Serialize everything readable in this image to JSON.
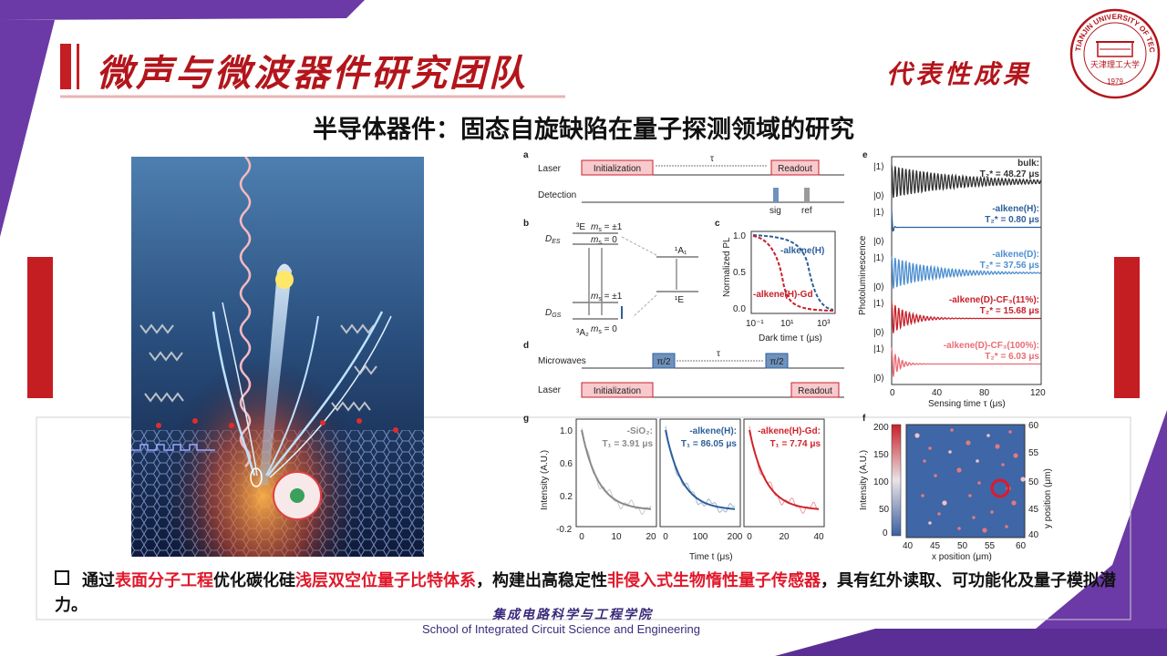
{
  "header": {
    "title": "微声与微波器件研究团队",
    "right_label": "代表性成果",
    "subtitle": "半导体器件：固态自旋缺陷在量子探测领域的研究"
  },
  "logo": {
    "text": "TIANJIN UNIVERSITY OF TECHNOLOGY",
    "year": "1979"
  },
  "figure": {
    "panel_a": {
      "label": "a",
      "row1": "Laser",
      "row2": "Detection",
      "init": "Initialization",
      "readout": "Readout",
      "tau": "τ",
      "sig": "sig",
      "ref": "ref"
    },
    "panel_b": {
      "label": "b",
      "e3": "³E",
      "a3": "³A₂",
      "a1": "¹A₁",
      "e1": "¹E",
      "des": "D",
      "des_sub": "ES",
      "dgs": "D",
      "dgs_sub": "GS",
      "ms1": "m",
      "ms1_sub": "s",
      "ms1_val": " = ±1",
      "ms0": "m",
      "ms0_sub": "s",
      "ms0_val": " = 0"
    },
    "panel_c": {
      "label": "c",
      "ylabel": "Normalized PL",
      "xlabel": "Dark time τ (μs)",
      "s1": "-alkene(H)",
      "s2": "-alkene(H)-Gd",
      "yt1": "1.0",
      "yt2": "0.5",
      "yt3": "0.0",
      "xt1": "10⁻¹",
      "xt2": "10¹",
      "xt3": "10³"
    },
    "panel_d": {
      "label": "d",
      "row1": "Microwaves",
      "row2": "Laser",
      "pi2": "π/2",
      "tau": "τ",
      "init": "Initialization",
      "readout": "Readout"
    },
    "panel_e": {
      "label": "e",
      "ylabel": "Photoluminescence",
      "xlabel": "Sensing time τ (μs)",
      "k1": "|1⟩",
      "k0": "|0⟩",
      "traces": [
        {
          "name": "bulk:",
          "val": "T₂* = 48.27 μs",
          "color": "#333333"
        },
        {
          "name": "-alkene(H):",
          "val": "T₂* = 0.80 μs",
          "color": "#2e5f9a"
        },
        {
          "name": "-alkene(D):",
          "val": "T₂* = 37.56 μs",
          "color": "#4d8fd0"
        },
        {
          "name": "-alkene(D)-CF₃(11%):",
          "val": "T₂* = 15.68 μs",
          "color": "#c8202a"
        },
        {
          "name": "-alkene(D)-CF₃(100%):",
          "val": "T₂* = 6.03 μs",
          "color": "#ea6c74"
        }
      ],
      "xt": [
        "0",
        "40",
        "80",
        "120"
      ]
    },
    "panel_f": {
      "label": "f",
      "cbar_label": "Intensity (A.U.)",
      "cb": [
        "200",
        "150",
        "100",
        "50",
        "0"
      ],
      "xlabel": "x position (μm)",
      "ylabel": "y position (μm)",
      "xt": [
        "40",
        "45",
        "50",
        "55",
        "60"
      ],
      "yt": [
        "60",
        "55",
        "50",
        "45",
        "40"
      ]
    },
    "panel_g": {
      "label": "g",
      "ylabel": "Intensity (A.U.)",
      "xlabel": "Time t (μs)",
      "yt": [
        "1.0",
        "0.6",
        "0.2",
        "-0.2"
      ],
      "p1": {
        "name": "-SiO₂:",
        "val": "T₁ = 3.91 μs",
        "xt": [
          "0",
          "10",
          "20"
        ],
        "color": "#8a8a8a"
      },
      "p2": {
        "name": "-alkene(H):",
        "val": "T₁ = 86.05 μs",
        "xt": [
          "0",
          "100",
          "200"
        ],
        "color": "#2e5f9a"
      },
      "p3": {
        "name": "-alkene(H)-Gd:",
        "val": "T₁ = 7.74 μs",
        "xt": [
          "0",
          "20",
          "40"
        ],
        "color": "#d0232b"
      }
    }
  },
  "bullet": {
    "p1": "通过",
    "r1": "表面分子工程",
    "p2": "优化碳化硅",
    "r2": "浅层双空位量子比特体系",
    "p3": "，构建出高稳定性",
    "r3": "非侵入式生物惰性量子传感器",
    "p4": "，具有红外读取、可功能化及量子模拟潜力。"
  },
  "footer": {
    "cn": "集成电路科学与工程学院",
    "en": "School of Integrated Circuit Science and Engineering"
  }
}
